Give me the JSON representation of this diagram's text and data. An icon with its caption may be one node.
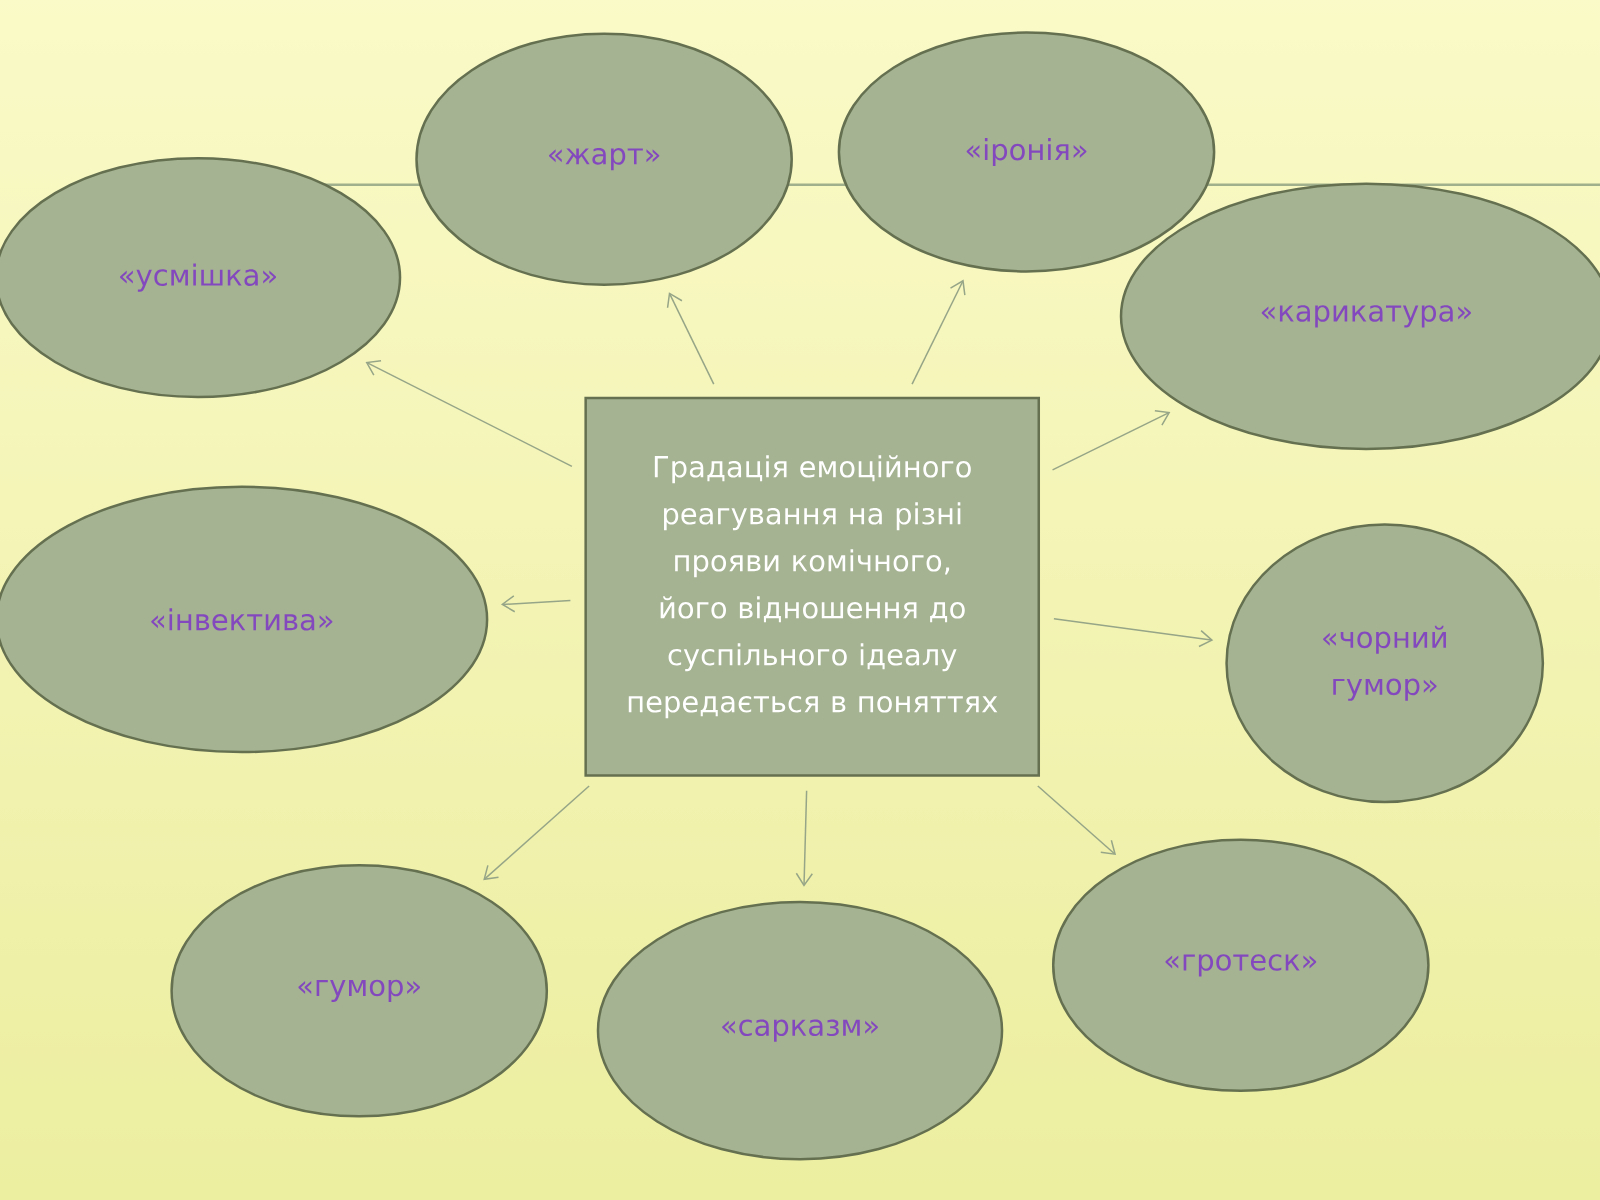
{
  "diagram": {
    "nodes": [
      {
        "text": [
          "Градація емоційного реагування на різні прояви комічного, його відношення до суспільного ідеалу передається в поняттях"
        ]
      },
      {
        "text": [
          "«усмішка»"
        ]
      },
      {
        "text": [
          "«жарт»"
        ]
      },
      {
        "text": [
          "«іронія»"
        ]
      },
      {
        "text": [
          "«карикатура»"
        ]
      },
      {
        "text": [
          "«інвектива»"
        ]
      },
      {
        "text": [
          "«чорний гумор»"
        ]
      },
      {
        "text": [
          "«гумор»"
        ]
      },
      {
        "text": [
          "«сарказм»"
        ]
      },
      {
        "text": [
          "«гротеск»"
        ]
      }
    ],
    "edges": [
      {
        "from": 0,
        "to": 1,
        "arrow": "to"
      },
      {
        "from": 0,
        "to": 2,
        "arrow": "to"
      },
      {
        "from": 0,
        "to": 3,
        "arrow": "to"
      },
      {
        "from": 0,
        "to": 4,
        "arrow": "to"
      },
      {
        "from": 0,
        "to": 5,
        "arrow": "to"
      },
      {
        "from": 0,
        "to": 6,
        "arrow": "to"
      },
      {
        "from": 0,
        "to": 7,
        "arrow": "to"
      },
      {
        "from": 0,
        "to": 8,
        "arrow": "to"
      },
      {
        "from": 0,
        "to": 9,
        "arrow": "to"
      }
    ]
  }
}
